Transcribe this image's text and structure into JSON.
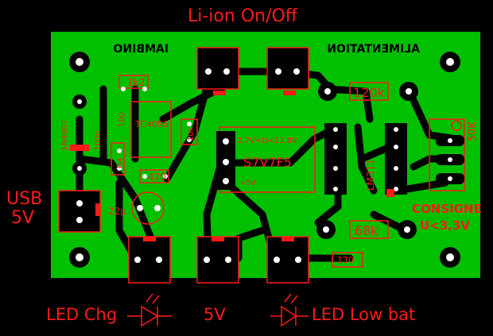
{
  "board": {
    "title": "Li-ion On/Off",
    "usb_label": "USB",
    "usb_voltage": "5V",
    "led_chg": "LED Chg",
    "v5": "5V",
    "led_low": "LED Low bat",
    "consigne": "CONSIGNE",
    "u_limit": "U<3,3V",
    "mirror_left": "IAMBINO",
    "mirror_right": "ALIMENTATION",
    "parts": {
      "r1k2": "1k2",
      "tc4056": "TC4056",
      "r120k": "120k",
      "r68k": "68k",
      "r470": "470",
      "c22u": "22µ",
      "c100n": "100n",
      "diode": "1N4007",
      "s7v7f5": "S7V7F5",
      "cond": "2,7V<U<11,8V",
      "vout": "+5V",
      "lm311": "LM311",
      "r50k": "50K",
      "r130": "130",
      "r10u": "10µ",
      "r4": "R4",
      "r10": "10k"
    },
    "colors": {
      "board": "#00c000",
      "copper_pad": "#ffffff",
      "silk": "#ff1a1a",
      "trace": "#000000"
    }
  }
}
